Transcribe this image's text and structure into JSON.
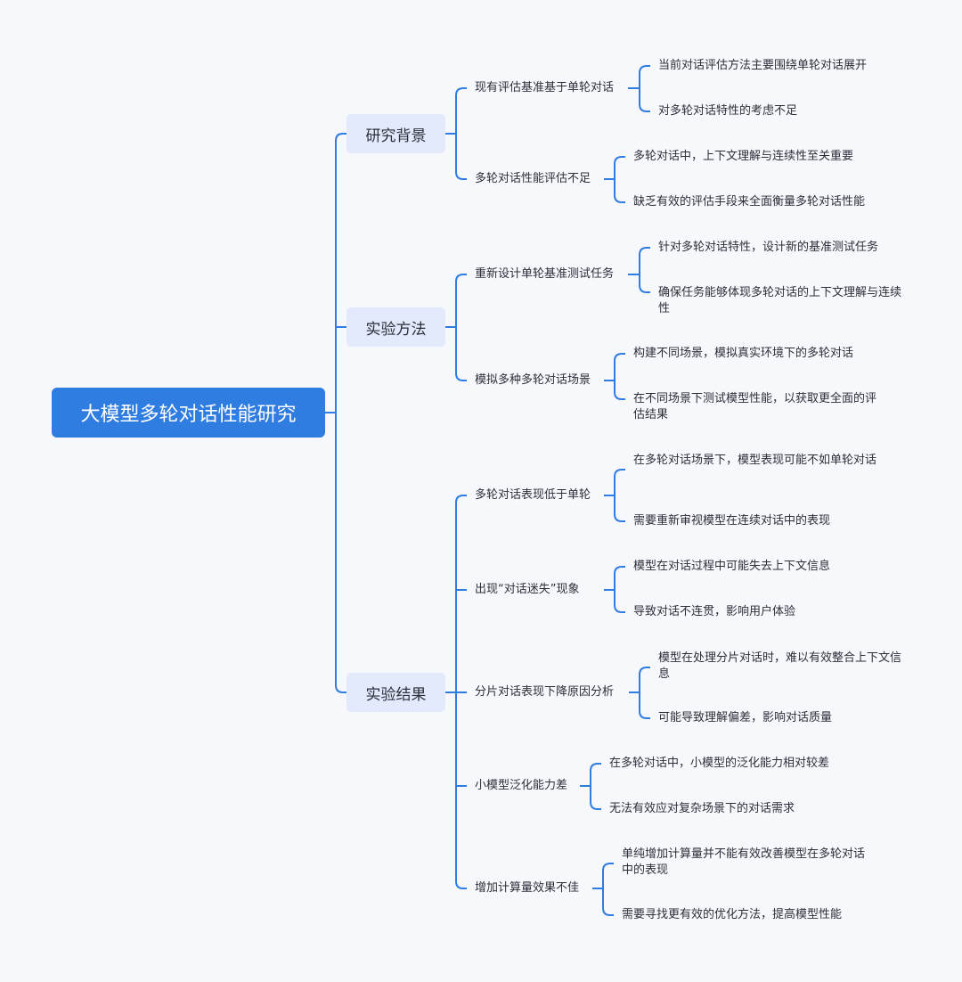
{
  "root": "大模型多轮对话性能研究",
  "categories": [
    {
      "label": "研究背景",
      "items": [
        {
          "label": "现有评估基准基于单轮对话",
          "leaves": [
            "当前对话评估方法主要围绕单轮对话展开",
            "对多轮对话特性的考虑不足"
          ]
        },
        {
          "label": "多轮对话性能评估不足",
          "leaves": [
            "多轮对话中，上下文理解与连续性至关重要",
            "缺乏有效的评估手段来全面衡量多轮对话性能"
          ]
        }
      ]
    },
    {
      "label": "实验方法",
      "items": [
        {
          "label": "重新设计单轮基准测试任务",
          "leaves": [
            "针对多轮对话特性，设计新的基准测试任务",
            "确保任务能够体现多轮对话的上下文理解与连续性"
          ]
        },
        {
          "label": "模拟多种多轮对话场景",
          "leaves": [
            "构建不同场景，模拟真实环境下的多轮对话",
            "在不同场景下测试模型性能，以获取更全面的评估结果"
          ]
        }
      ]
    },
    {
      "label": "实验结果",
      "items": [
        {
          "label": "多轮对话表现低于单轮",
          "leaves": [
            "在多轮对话场景下，模型表现可能不如单轮对话",
            "需要重新审视模型在连续对话中的表现"
          ]
        },
        {
          "label": "出现“对话迷失”现象",
          "leaves": [
            "模型在对话过程中可能失去上下文信息",
            "导致对话不连贯，影响用户体验"
          ]
        },
        {
          "label": "分片对话表现下降原因分析",
          "leaves": [
            "模型在处理分片对话时，难以有效整合上下文信息",
            "可能导致理解偏差，影响对话质量"
          ]
        },
        {
          "label": "小模型泛化能力差",
          "leaves": [
            "在多轮对话中，小模型的泛化能力相对较差",
            "无法有效应对复杂场景下的对话需求"
          ]
        },
        {
          "label": "增加计算量效果不佳",
          "leaves": [
            "单纯增加计算量并不能有效改善模型在多轮对话中的表现",
            "需要寻找更有效的优化方法，提高模型性能"
          ]
        }
      ]
    }
  ],
  "colors": {
    "line": "#2f7de1",
    "root_fill": "#2f7de1",
    "category_fill": "#e2eafb",
    "background": "#f7f8fc"
  }
}
